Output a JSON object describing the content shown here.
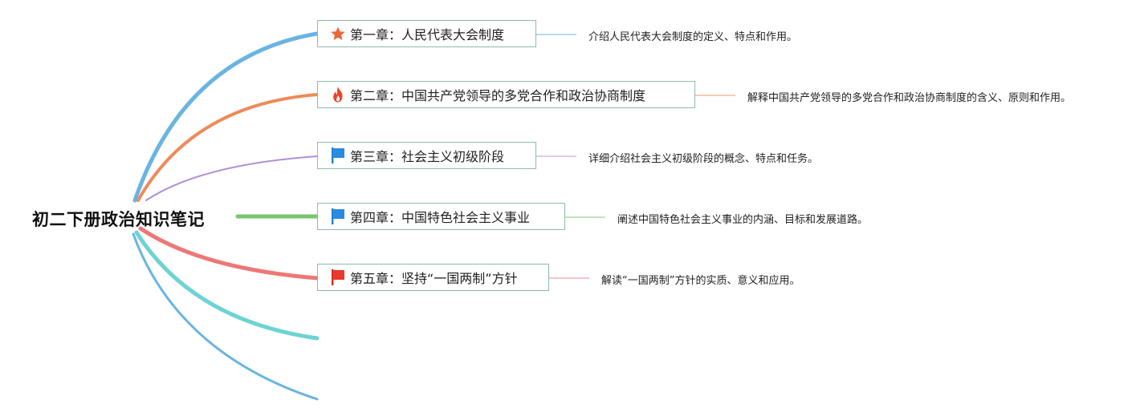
{
  "root": {
    "title": "初二下册政治知识笔记"
  },
  "chapters": [
    {
      "label": "第一章：人民代表大会制度",
      "icon": "star-icon",
      "branch_color": "#6ab4e2",
      "note": "介绍人民代表大会制度的定义、特点和作用。"
    },
    {
      "label": "第二章：中国共产党领导的多党合作和政治协商制度",
      "icon": "fire-icon",
      "branch_color": "#ee8a5a",
      "note": "解释中国共产党领导的多党合作和政治协商制度的含义、原则和作用。"
    },
    {
      "label": "第三章：社会主义初级阶段",
      "icon": "flag-blue-icon",
      "branch_color": "#b08fd8",
      "note": "详细介绍社会主义初级阶段的概念、特点和任务。"
    },
    {
      "label": "第四章：中国特色社会主义事业",
      "icon": "flag-blue-icon",
      "branch_color": "#77c66d",
      "note": "阐述中国特色社会主义事业的内涵、目标和发展道路。"
    },
    {
      "label": "第五章：坚持“一国两制”方针",
      "icon": "flag-red-icon",
      "branch_color": "#ee7777",
      "note": "解读“一国两制”方针的实质、意义和应用。"
    }
  ],
  "empty_branch_colors": [
    "#6dd3d3",
    "#6ab4e2"
  ]
}
